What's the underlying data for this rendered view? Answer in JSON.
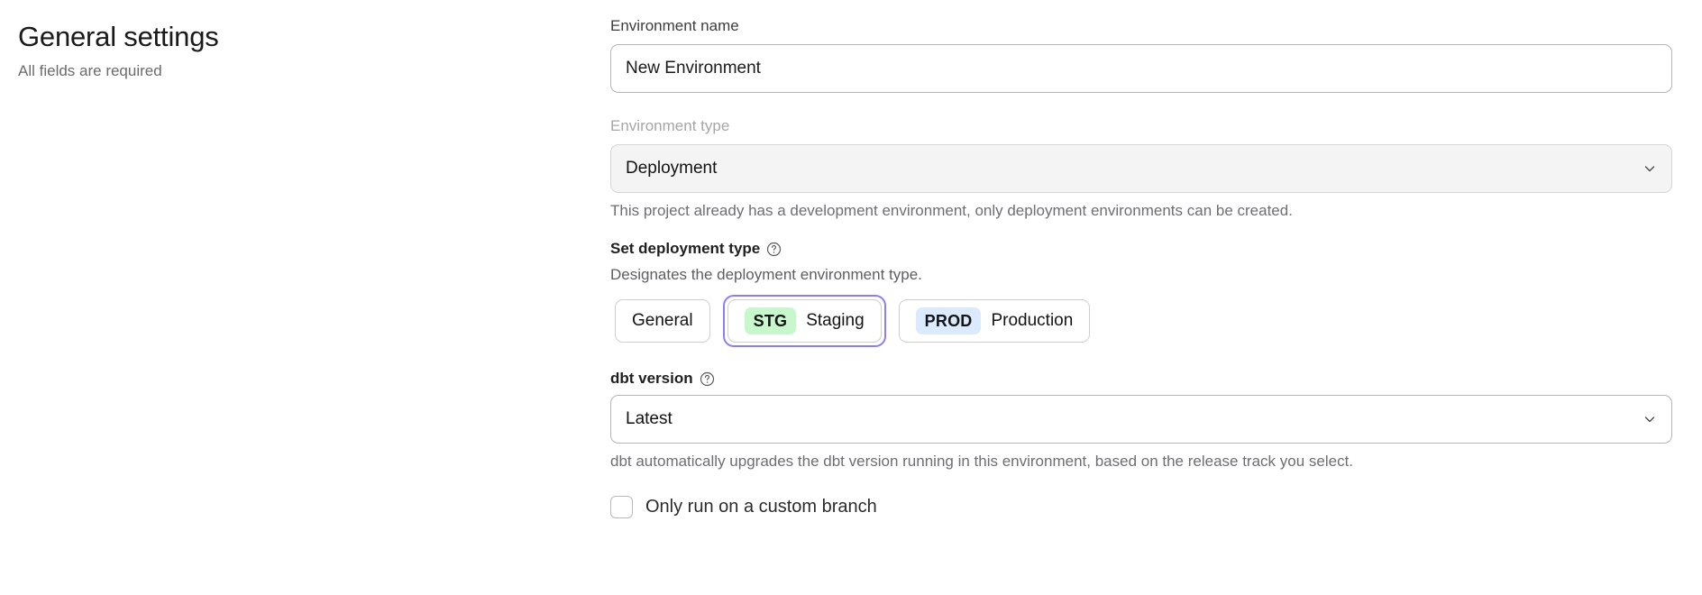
{
  "header": {
    "title": "General settings",
    "subtitle": "All fields are required"
  },
  "form": {
    "environment_name": {
      "label": "Environment name",
      "value": "New Environment",
      "placeholder": "Environment name"
    },
    "environment_type": {
      "label": "Environment type",
      "value": "Deployment",
      "helper": "This project already has a development environment, only deployment environments can be created.",
      "chevron_icon": "chevron-down-icon",
      "disabled": true
    },
    "deployment_type": {
      "label": "Set deployment type",
      "help_icon": "question-circle-icon",
      "description": "Designates the deployment environment type.",
      "options": [
        {
          "badge": "",
          "label": "General",
          "selected": false
        },
        {
          "badge": "STG",
          "label": "Staging",
          "selected": true
        },
        {
          "badge": "PROD",
          "label": "Production",
          "selected": false
        }
      ]
    },
    "dbt_version": {
      "label": "dbt version",
      "help_icon": "question-circle-icon",
      "value": "Latest",
      "helper": "dbt automatically upgrades the dbt version running in this environment, based on the release track you select.",
      "chevron_icon": "chevron-down-icon"
    },
    "custom_branch": {
      "label": "Only run on a custom branch",
      "checked": false
    }
  },
  "colors": {
    "focus_ring": "#8b7ef8",
    "stg_badge_bg": "#c8f7cd",
    "prod_badge_bg": "#dbeafe",
    "disabled_field_bg": "#f4f4f5"
  }
}
